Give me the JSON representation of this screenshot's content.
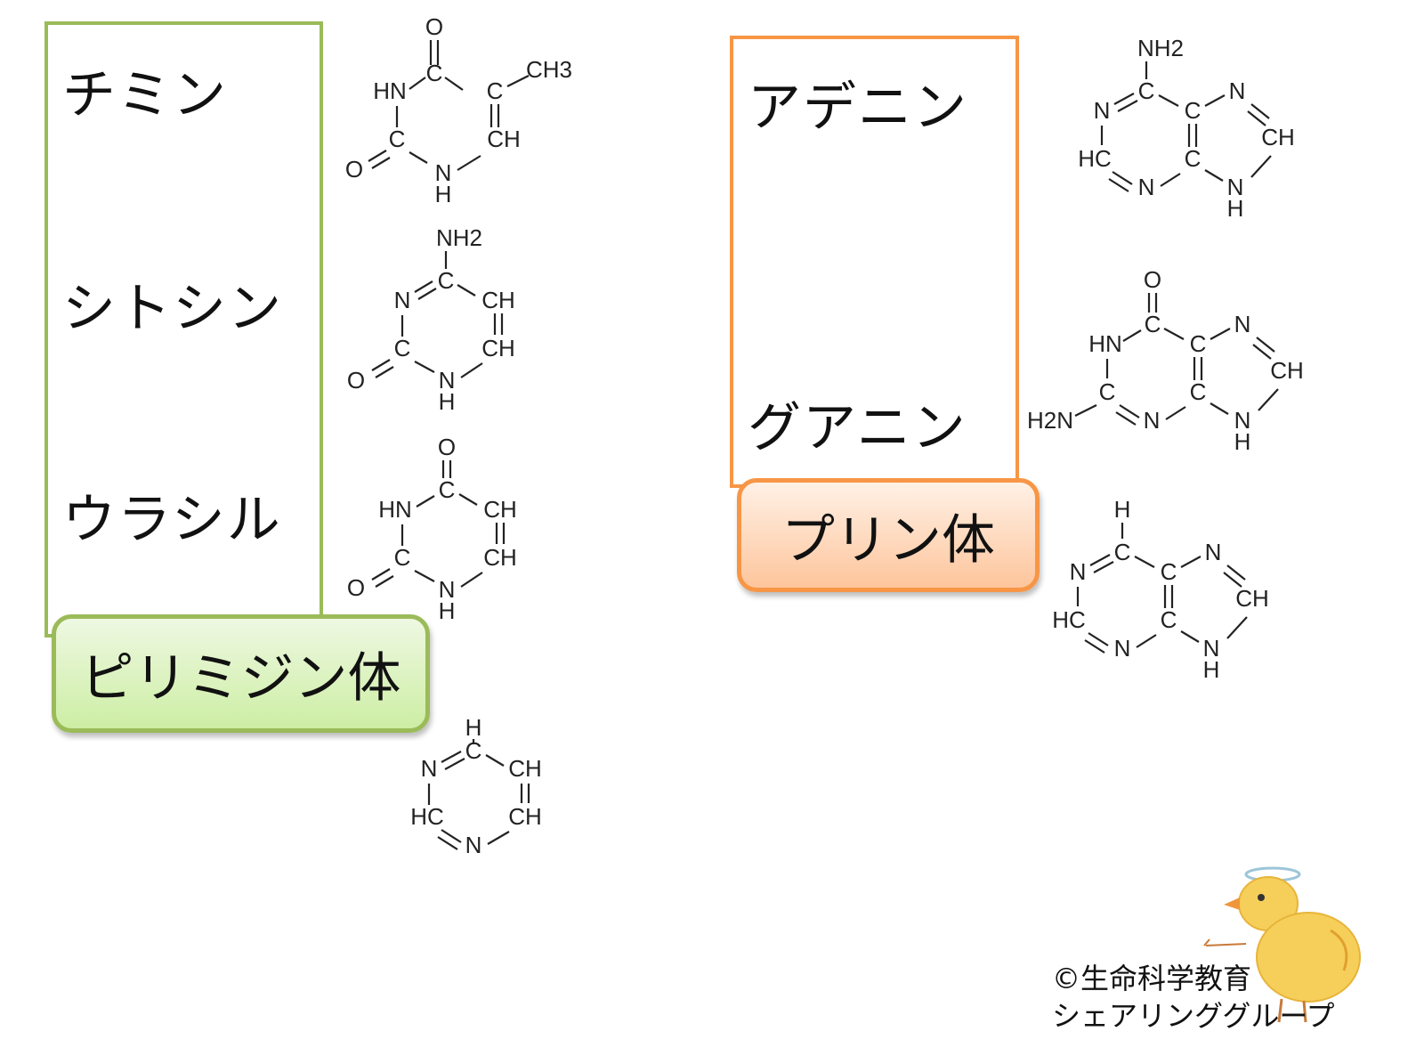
{
  "pyrimidine": {
    "label": "ピリミジン体",
    "bases": [
      "チミン",
      "シトシン",
      "ウラシル"
    ],
    "color": "#9bbb59"
  },
  "purine": {
    "label": "プリン体",
    "bases": [
      "アデニン",
      "グアニン"
    ],
    "color": "#f79646"
  },
  "atoms": {
    "o": "O",
    "c": "C",
    "n": "N",
    "hn": "HN",
    "h": "H",
    "hc": "HC",
    "ch": "CH",
    "ch3": "CH3",
    "nh2": "NH2",
    "h2n": "H2N"
  },
  "credit": {
    "line1": "©生命科学教育",
    "line2": "シェアリンググループ"
  },
  "icons": {
    "mascot": "chick-icon"
  }
}
